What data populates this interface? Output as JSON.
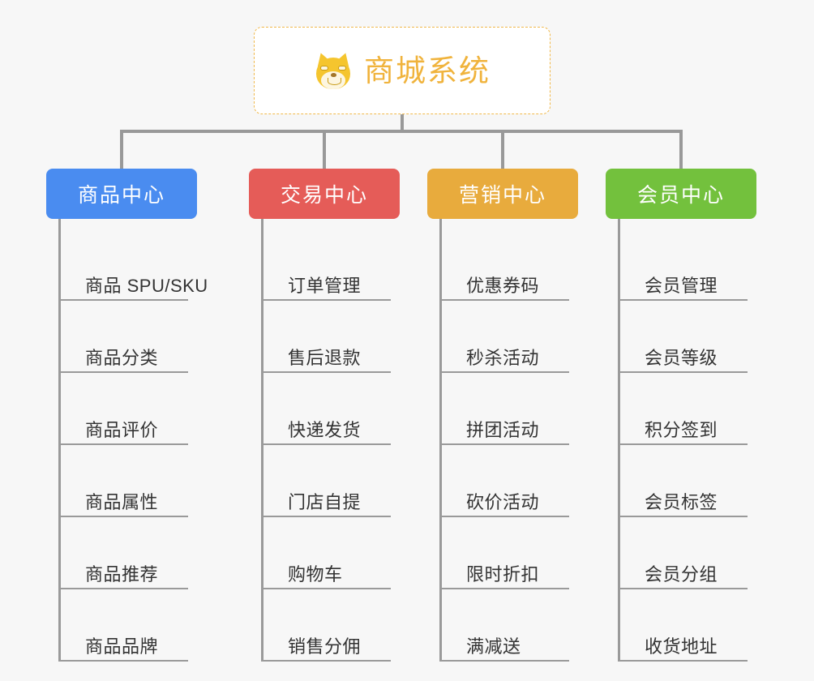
{
  "page": {
    "background_color": "#f7f7f7",
    "type": "mindmap"
  },
  "root": {
    "title": "商城系统",
    "icon": "shiba-dog-emoji",
    "accent_color": "#f0b33c",
    "border_style": "dashed"
  },
  "categories": [
    {
      "label": "商品中心",
      "color": "#4a8cf0",
      "items": [
        "商品 SPU/SKU",
        "商品分类",
        "商品评价",
        "商品属性",
        "商品推荐",
        "商品品牌"
      ]
    },
    {
      "label": "交易中心",
      "color": "#e55c58",
      "items": [
        "订单管理",
        "售后退款",
        "快递发货",
        "门店自提",
        "购物车",
        "销售分佣"
      ]
    },
    {
      "label": "营销中心",
      "color": "#e8ab3d",
      "items": [
        "优惠券码",
        "秒杀活动",
        "拼团活动",
        "砍价活动",
        "限时折扣",
        "满减送"
      ]
    },
    {
      "label": "会员中心",
      "color": "#73c13d",
      "items": [
        "会员管理",
        "会员等级",
        "积分签到",
        "会员标签",
        "会员分组",
        "收货地址"
      ]
    }
  ],
  "connector": {
    "color": "#999999"
  }
}
